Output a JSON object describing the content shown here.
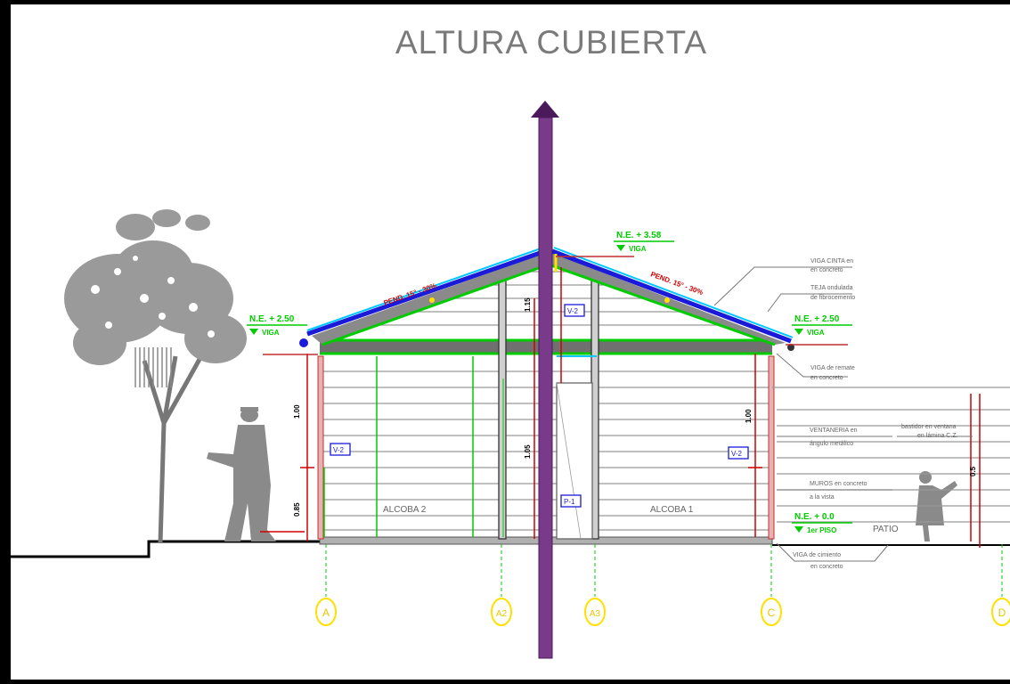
{
  "title": "ALTURA CUBIERTA",
  "levels": {
    "top": {
      "value": "N.E. + 3.58",
      "sub": "VIGA"
    },
    "left": {
      "value": "N.E. + 2.50",
      "sub": "VIGA"
    },
    "right": {
      "value": "N.E. + 2.50",
      "sub": "VIGA"
    },
    "floor": {
      "value": "N.E. + 0.0",
      "sub": "1er PISO"
    }
  },
  "slopes": {
    "left": "PEND. 15° - 30%",
    "right": "PEND. 15° - 30%"
  },
  "rooms": {
    "left": "ALCOBA 2",
    "right": "ALCOBA 1",
    "patio": "PATIO"
  },
  "tags": {
    "v1": "V-2",
    "v2": "V-2",
    "v3": "V-2",
    "p1": "P-1"
  },
  "dimensions": {
    "d1": "1.00",
    "d2": "0.85",
    "d3": "1.15",
    "d4": "1.05",
    "d5": "1.00",
    "d6": "0.5"
  },
  "annotations": {
    "viga_cinta": [
      "VIGA CINTA en",
      "en concreto"
    ],
    "teja": [
      "TEJA ondulada",
      "de fibrocemento"
    ],
    "viga_remate": [
      "VIGA de remate",
      "en concreto"
    ],
    "ventaneria": [
      "VENTANERIA en",
      "ángulo metálico"
    ],
    "ventaneria_note": [
      "bastidor en ventana",
      "en lámina C.Z."
    ],
    "muro": [
      "MUROS en concreto",
      "a la vista"
    ],
    "viga_cimiento": [
      "VIGA de cimiento",
      "en concreto"
    ]
  },
  "axes": [
    "A",
    "A2",
    "A3",
    "C",
    "D"
  ],
  "colors": {
    "roof_cyan": "#00c8ff",
    "roof_blue": "#1a1ad8",
    "green": "#00cc00",
    "yellow": "#ffe000",
    "purple": "#7a3a8a",
    "red": "#d00000"
  }
}
